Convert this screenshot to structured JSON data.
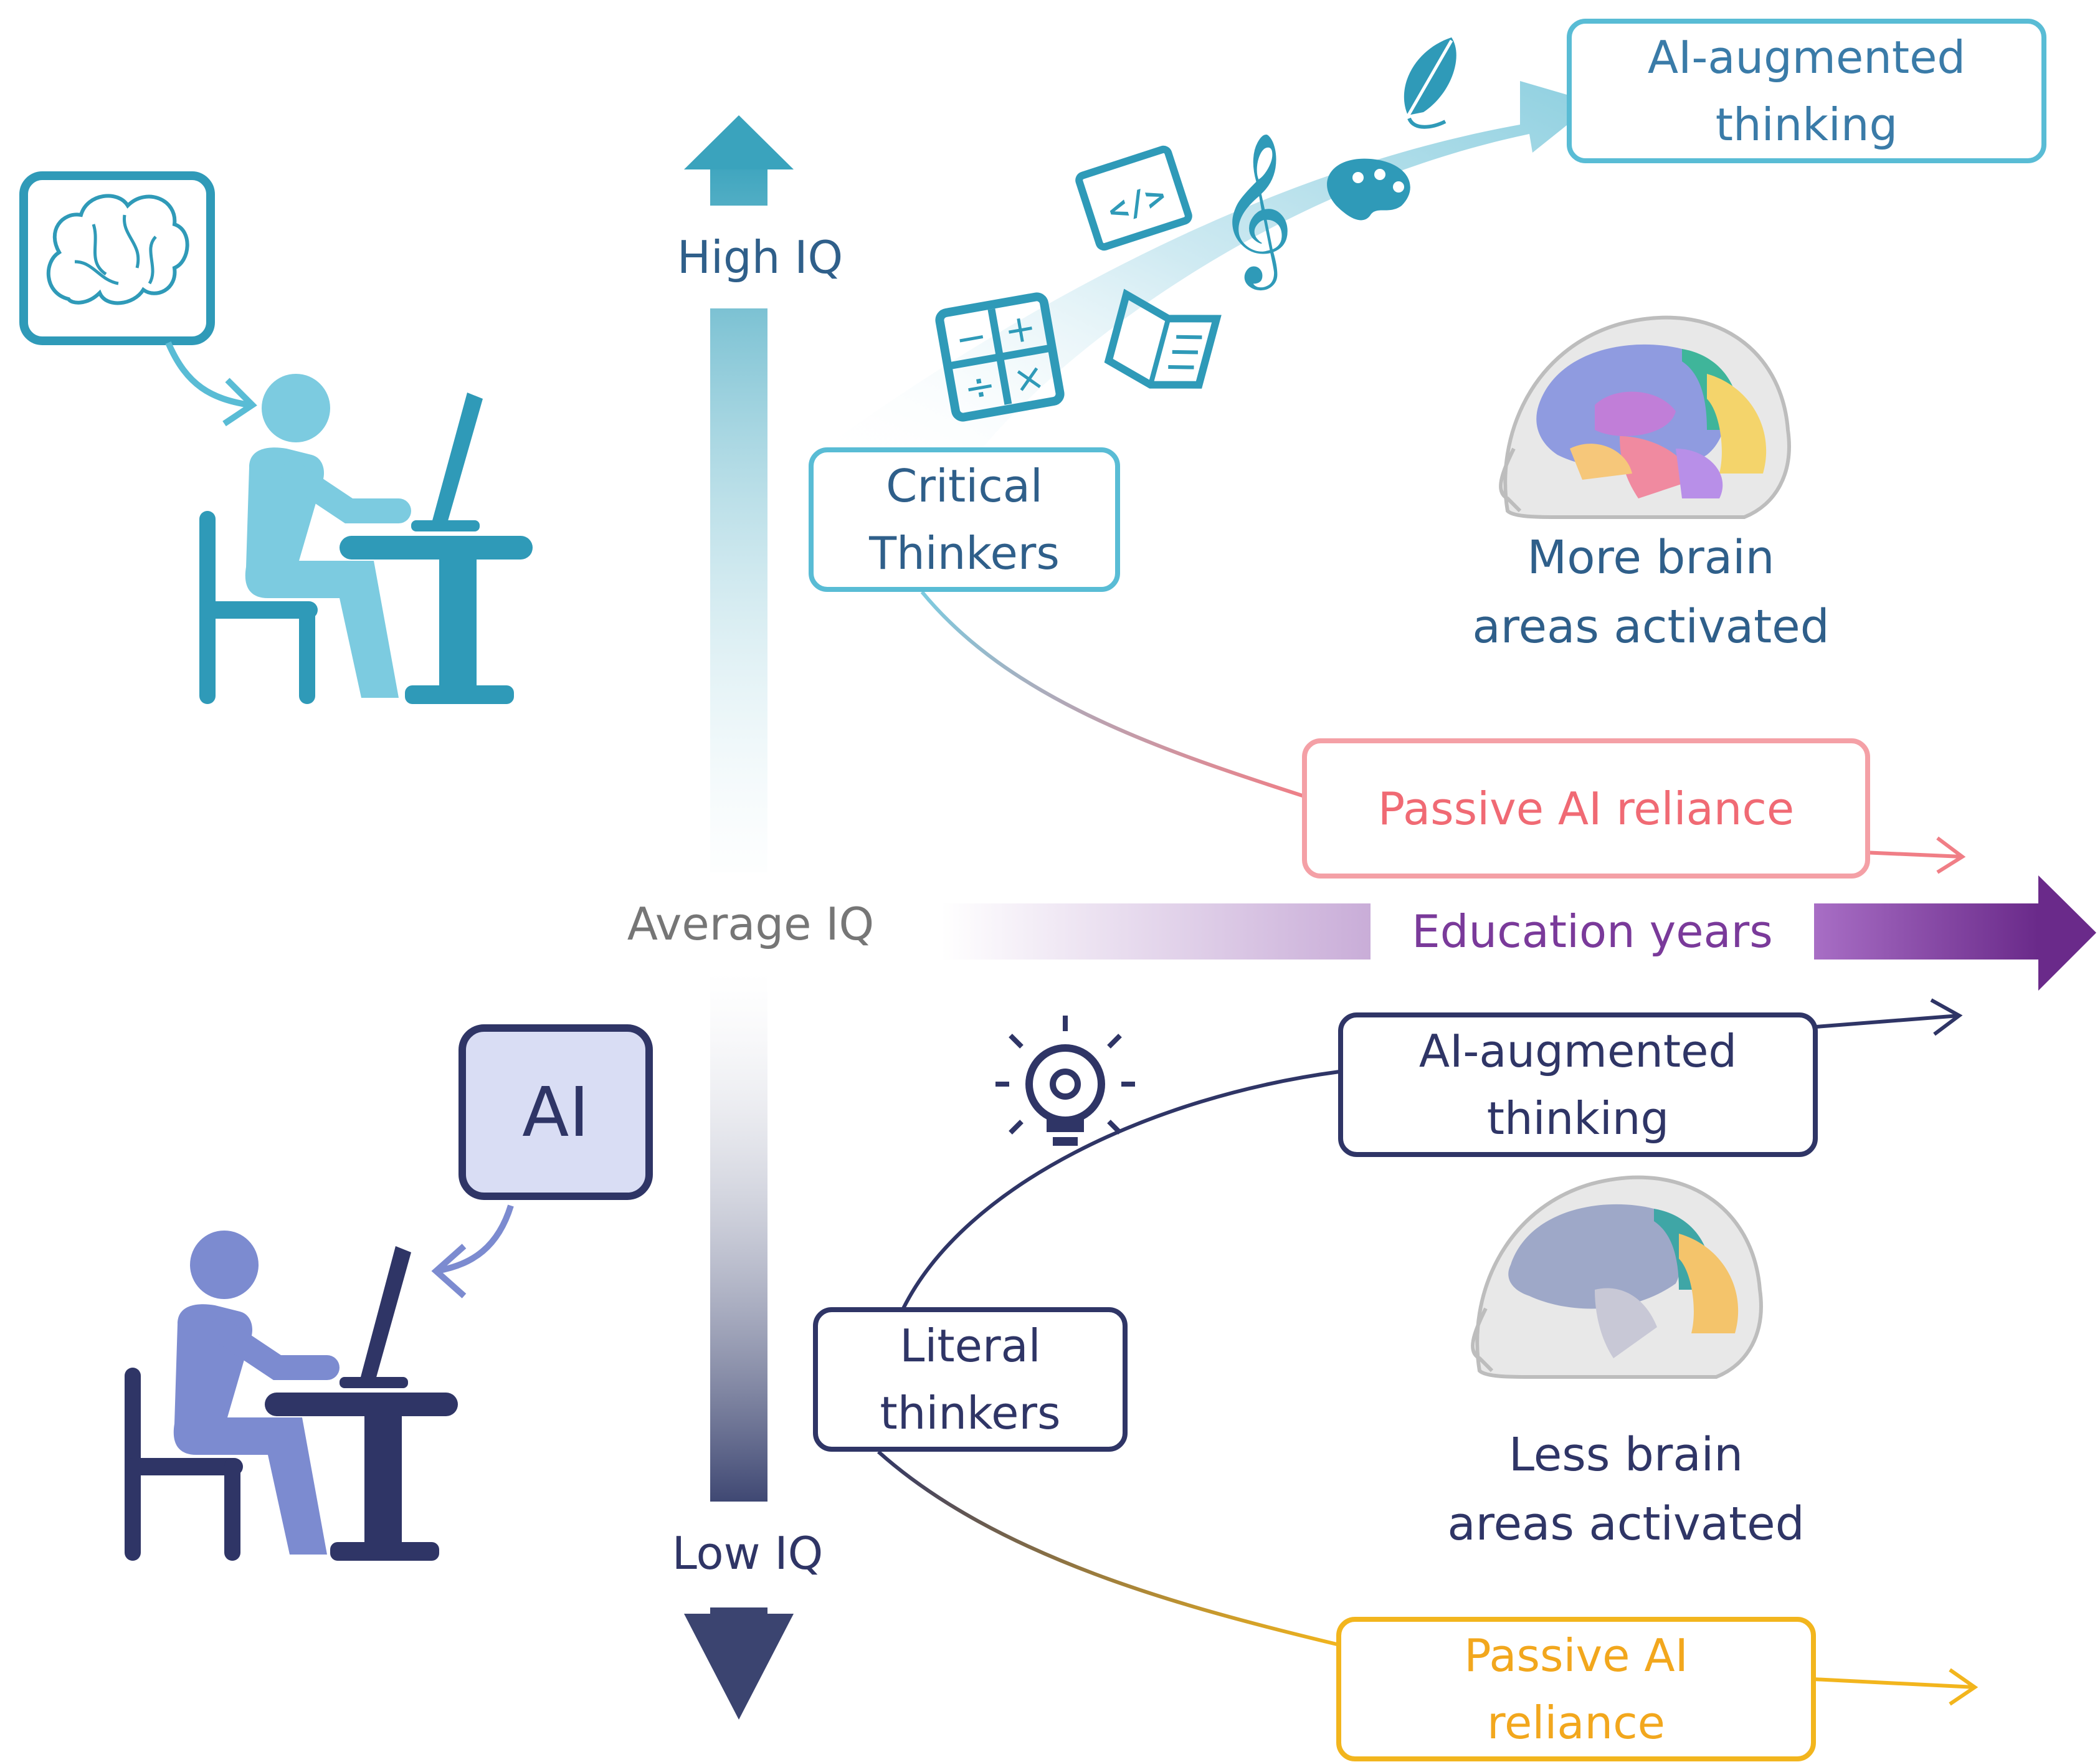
{
  "axis": {
    "high_label": "High IQ",
    "average_label": "Average IQ",
    "low_label": "Low IQ",
    "x_label": "Education years"
  },
  "boxes": {
    "ai_augmented_top": "AI-augmented\nthinking",
    "critical_thinkers": "Critical\nThinkers",
    "passive_top": "Passive AI reliance",
    "ai_augmented_bottom": "AI-augmented\nthinking",
    "literal_thinkers": "Literal\nthinkers",
    "passive_bottom": "Passive AI\nreliance",
    "ai_badge": "AI"
  },
  "labels": {
    "more_brain": "More brain\nareas activated",
    "less_brain": "Less brain\nareas activated"
  },
  "colors": {
    "teal": "#3aa8c4",
    "light_teal": "#7ccbe0",
    "pink": "#f07e86",
    "purple": "#7a3a9a",
    "navy": "#2f3566",
    "periwinkle": "#7c8bd0",
    "gold": "#f2b51d",
    "axis_gray": "#6b6f86"
  },
  "icons": [
    "brain-icon",
    "feather-icon",
    "code-window-icon",
    "music-note-icon",
    "palette-icon",
    "calculator-icon",
    "book-icon",
    "lightbulb-gear-icon",
    "person-at-computer-icon",
    "brain-anatomy-icon"
  ]
}
